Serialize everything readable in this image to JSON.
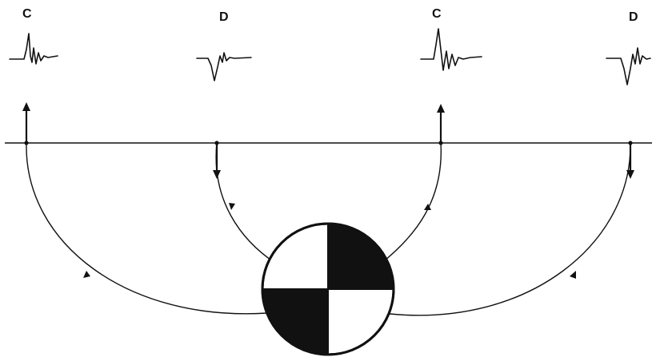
{
  "stations": [
    {
      "id": "st1",
      "polarity_label": "C",
      "first_motion": "up"
    },
    {
      "id": "st2",
      "polarity_label": "D",
      "first_motion": "down"
    },
    {
      "id": "st3",
      "polarity_label": "C",
      "first_motion": "up"
    },
    {
      "id": "st4",
      "polarity_label": "D",
      "first_motion": "down"
    }
  ],
  "focal_mechanism": {
    "quadrant_fill": {
      "upper_left": "white",
      "upper_right": "black",
      "lower_left": "black",
      "lower_right": "white"
    }
  },
  "colors": {
    "ink": "#111111",
    "background": "#ffffff"
  }
}
